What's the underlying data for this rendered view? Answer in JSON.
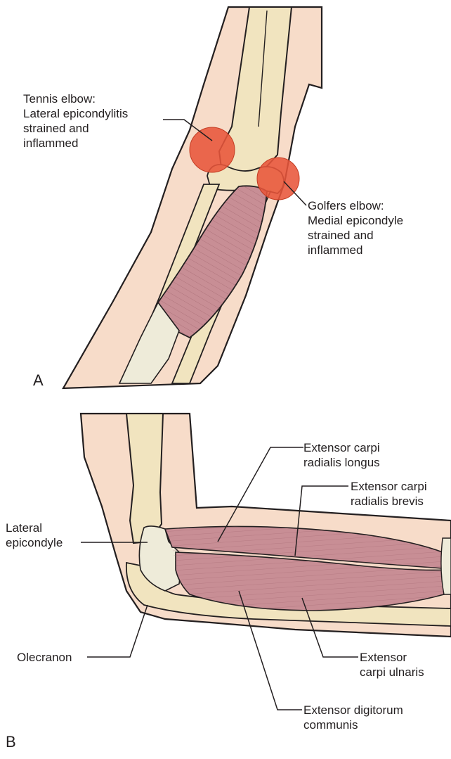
{
  "panel_a": {
    "letter": "A",
    "tennis_label": [
      "Tennis elbow:",
      "Lateral epicondylitis",
      "strained and",
      "inflammed"
    ],
    "golfers_label": [
      "Golfers elbow:",
      "Medial epicondyle",
      "strained and",
      "inflammed"
    ],
    "highlight_color": "#e8553a"
  },
  "panel_b": {
    "letter": "B",
    "ecrl_label": [
      "Extensor carpi",
      "radialis longus"
    ],
    "ecrb_label": [
      "Extensor carpi",
      "radialis brevis"
    ],
    "lateral_epicondyle_label": [
      "Lateral",
      "epicondyle"
    ],
    "olecranon_label": "Olecranon",
    "ecu_label": [
      "Extensor",
      "carpi ulnaris"
    ],
    "edc_label": [
      "Extensor digitorum",
      "communis"
    ]
  },
  "colors": {
    "skin": "#f7dcc9",
    "bone": "#f1e4bf",
    "muscle": "#c88e95",
    "tendon": "#eeebd9",
    "outline": "#231f20"
  }
}
